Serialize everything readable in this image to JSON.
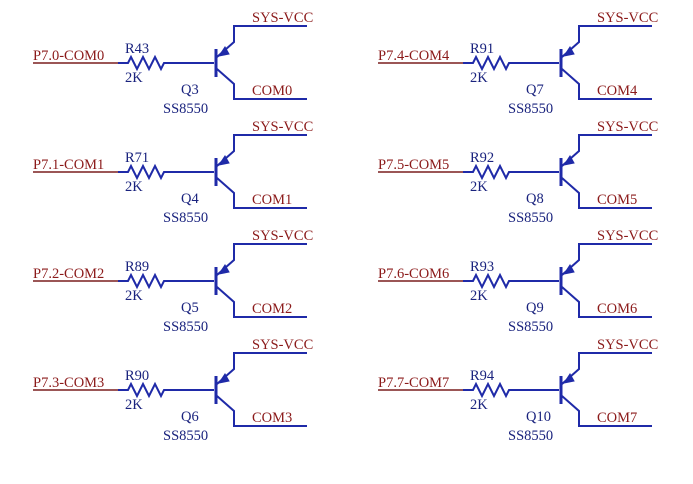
{
  "circuits": [
    {
      "input_net": "P7.0-COM0",
      "resistor_ref": "R43",
      "resistor_value": "2K",
      "transistor_ref": "Q3",
      "transistor_part": "SS8550",
      "supply_net": "SYS-VCC",
      "output_net": "COM0"
    },
    {
      "input_net": "P7.1-COM1",
      "resistor_ref": "R71",
      "resistor_value": "2K",
      "transistor_ref": "Q4",
      "transistor_part": "SS8550",
      "supply_net": "SYS-VCC",
      "output_net": "COM1"
    },
    {
      "input_net": "P7.2-COM2",
      "resistor_ref": "R89",
      "resistor_value": "2K",
      "transistor_ref": "Q5",
      "transistor_part": "SS8550",
      "supply_net": "SYS-VCC",
      "output_net": "COM2"
    },
    {
      "input_net": "P7.3-COM3",
      "resistor_ref": "R90",
      "resistor_value": "2K",
      "transistor_ref": "Q6",
      "transistor_part": "SS8550",
      "supply_net": "SYS-VCC",
      "output_net": "COM3"
    },
    {
      "input_net": "P7.4-COM4",
      "resistor_ref": "R91",
      "resistor_value": "2K",
      "transistor_ref": "Q7",
      "transistor_part": "SS8550",
      "supply_net": "SYS-VCC",
      "output_net": "COM4"
    },
    {
      "input_net": "P7.5-COM5",
      "resistor_ref": "R92",
      "resistor_value": "2K",
      "transistor_ref": "Q8",
      "transistor_part": "SS8550",
      "supply_net": "SYS-VCC",
      "output_net": "COM5"
    },
    {
      "input_net": "P7.6-COM6",
      "resistor_ref": "R93",
      "resistor_value": "2K",
      "transistor_ref": "Q9",
      "transistor_part": "SS8550",
      "supply_net": "SYS-VCC",
      "output_net": "COM6"
    },
    {
      "input_net": "P7.7-COM7",
      "resistor_ref": "R94",
      "resistor_value": "2K",
      "transistor_ref": "Q10",
      "transistor_part": "SS8550",
      "supply_net": "SYS-VCC",
      "output_net": "COM7"
    }
  ],
  "colors": {
    "wire": "#1f2aa8",
    "net_label": "#8b1a1a",
    "part_label": "#1a237e"
  }
}
